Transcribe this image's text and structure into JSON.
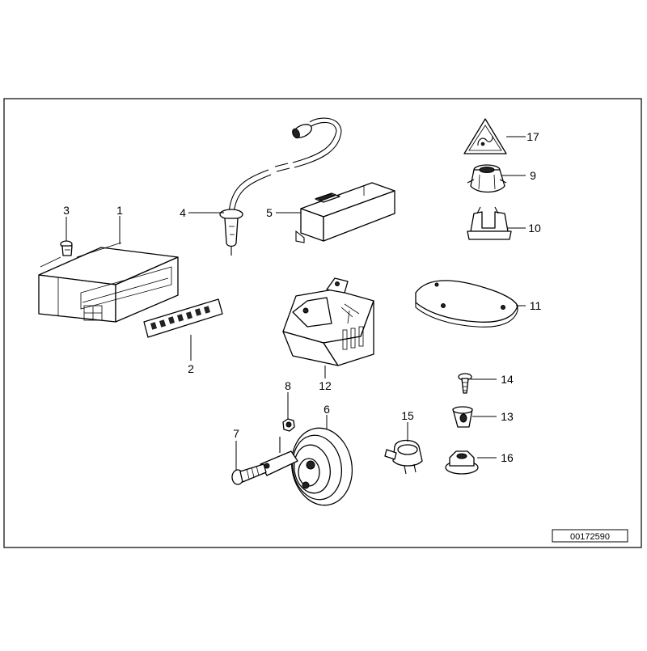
{
  "diagram": {
    "drawing_number": "00172590",
    "labels": {
      "p1": "1",
      "p2": "2",
      "p3": "3",
      "p4": "4",
      "p5": "5",
      "p6": "6",
      "p7": "7",
      "p8": "8",
      "p9": "9",
      "p10": "10",
      "p11": "11",
      "p12": "12",
      "p13": "13",
      "p14": "14",
      "p15": "15",
      "p16": "16",
      "p17": "17"
    }
  }
}
